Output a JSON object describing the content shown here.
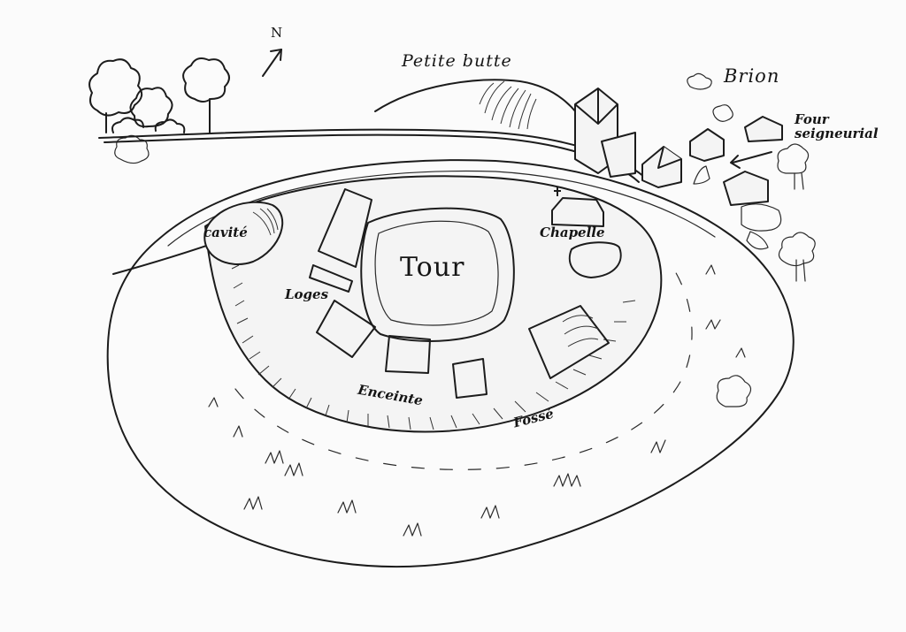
{
  "map": {
    "north": "N",
    "labels": {
      "petite_butte": "Petite butte",
      "brion": "Brion",
      "four_seigneurial_line1": "Four",
      "four_seigneurial_line2": "seigneurial",
      "cavite": "cavité",
      "chapelle": "Chapelle",
      "tour": "Tour",
      "loges": "Loges",
      "enceinte": "Enceinte",
      "fosse": "Fossé"
    },
    "icons": [
      "north-arrow-icon",
      "tree-icon",
      "house-icon",
      "chapel-icon",
      "grass-tuft-icon",
      "arrow-icon"
    ]
  }
}
